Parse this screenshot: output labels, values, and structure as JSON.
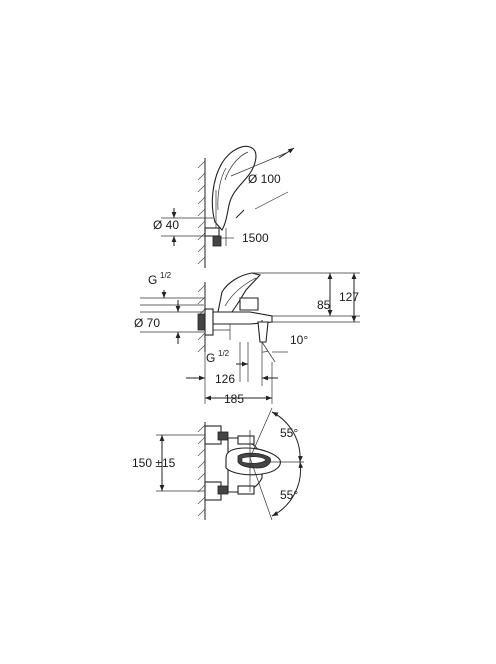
{
  "labels": {
    "dia_100": "Ø 100",
    "dia_40": "Ø 40",
    "hose_1500": "1500",
    "thread_g_top": "G",
    "thread_frac_top": "1/2",
    "dim_85": "85",
    "dim_127": "127",
    "dia_70": "Ø 70",
    "angle_10": "10°",
    "thread_g_bottom": "G",
    "thread_frac_bottom": "1/2",
    "dim_126": "126",
    "dim_185": "185",
    "angle_55_top": "55°",
    "dim_150": "150 ±15",
    "angle_55_bottom": "55°"
  },
  "colors": {
    "line": "#222222",
    "background": "#ffffff"
  }
}
